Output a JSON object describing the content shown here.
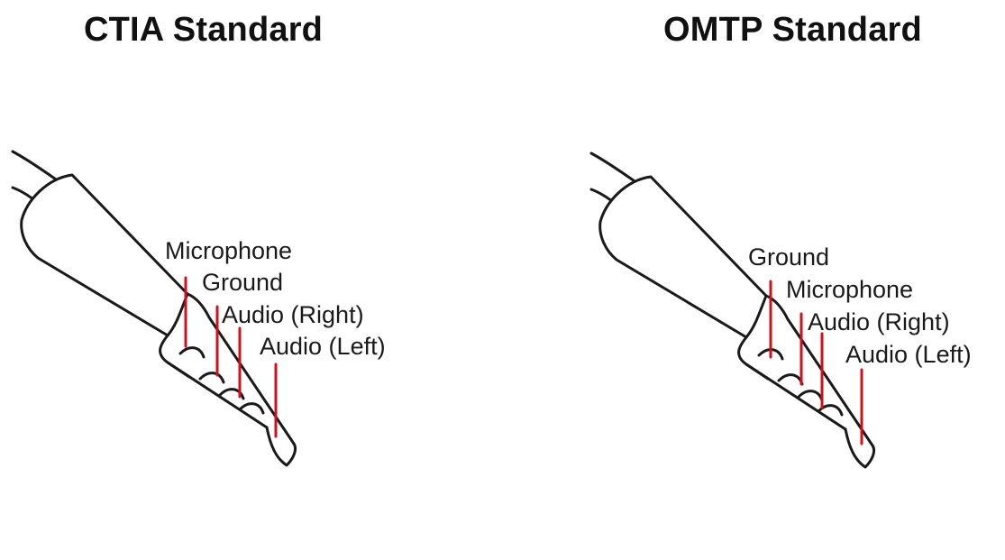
{
  "colors": {
    "line": "#1a1a1a",
    "marker": "#d0101c",
    "fill": "#ffffff"
  },
  "panels": [
    {
      "title": "CTIA Standard",
      "labels": [
        "Microphone",
        "Ground",
        "Audio (Right)",
        "Audio (Left)"
      ]
    },
    {
      "title": "OMTP Standard",
      "labels": [
        "Ground",
        "Microphone",
        "Audio (Right)",
        "Audio (Left)"
      ]
    }
  ]
}
